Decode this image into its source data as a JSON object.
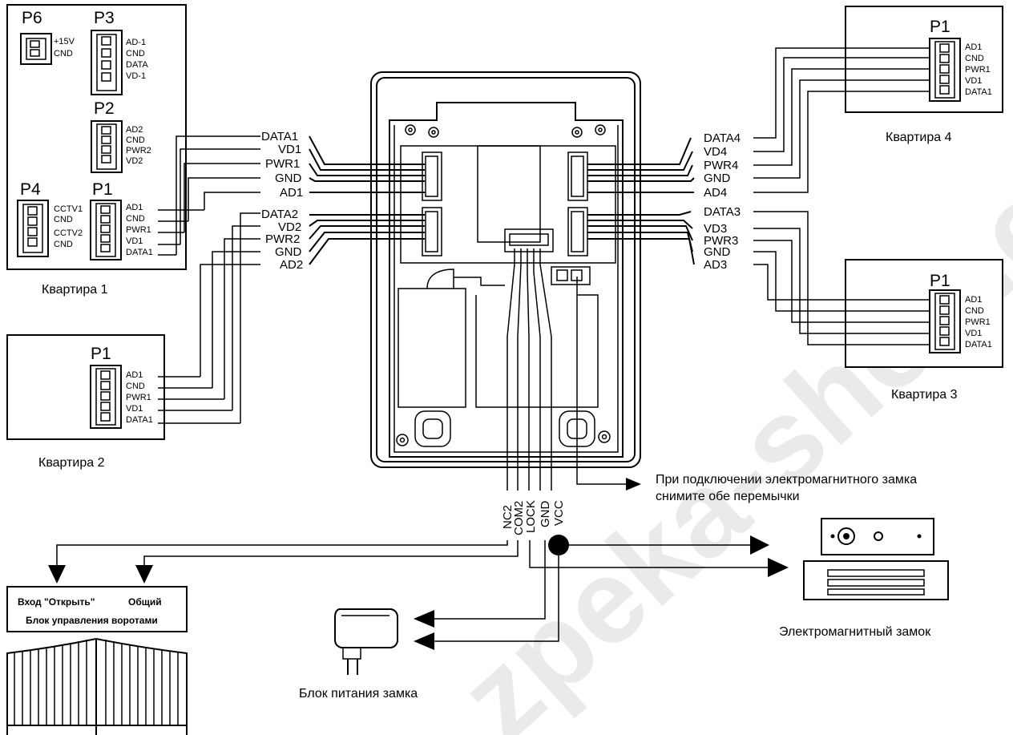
{
  "apartments": {
    "a1": {
      "caption": "Квартира 1",
      "p6": {
        "title": "P6",
        "pins": [
          "+15V",
          "CND"
        ]
      },
      "p3": {
        "title": "P3",
        "pins": [
          "AD-1",
          "CND",
          "DATA",
          "VD-1"
        ]
      },
      "p2": {
        "title": "P2",
        "pins": [
          "AD2",
          "CND",
          "PWR2",
          "VD2"
        ]
      },
      "p4": {
        "title": "P4",
        "pins": [
          "CCTV1",
          "CND",
          "CCTV2",
          "CND"
        ]
      },
      "p1": {
        "title": "P1",
        "pins": [
          "AD1",
          "CND",
          "PWR1",
          "VD1",
          "DATA1"
        ]
      }
    },
    "a2": {
      "caption": "Квартира 2",
      "p1": {
        "title": "P1",
        "pins": [
          "AD1",
          "CND",
          "PWR1",
          "VD1",
          "DATA1"
        ]
      }
    },
    "a3": {
      "caption": "Квартира 3",
      "p1": {
        "title": "P1",
        "pins": [
          "AD1",
          "CND",
          "PWR1",
          "VD1",
          "DATA1"
        ]
      }
    },
    "a4": {
      "caption": "Квартира 4",
      "p1": {
        "title": "P1",
        "pins": [
          "AD1",
          "CND",
          "PWR1",
          "VD1",
          "DATA1"
        ]
      }
    }
  },
  "signals": {
    "left_group_1": [
      "DATA1",
      "VD1",
      "PWR1",
      "GND",
      "AD1"
    ],
    "left_group_2": [
      "DATA2",
      "VD2",
      "PWR2",
      "GND",
      "AD2"
    ],
    "right_group_4": [
      "DATA4",
      "VD4",
      "PWR4",
      "GND",
      "AD4"
    ],
    "right_group_3": [
      "DATA3",
      "VD3",
      "PWR3",
      "GND",
      "AD3"
    ]
  },
  "bottom_terminals": [
    "NC2",
    "COM2",
    "LOCK",
    "GND",
    "VCC"
  ],
  "jumper_note": {
    "line1": "При подключении электромагнитного замка",
    "line2": "снимите обе перемычки"
  },
  "gate": {
    "input_label": "Вход \"Открыть\"",
    "common_label": "Общий",
    "controller_label": "Блок управления воротами"
  },
  "lock_power_caption": "Блок питания замка",
  "maglock_caption": "Электромагнитный замок",
  "watermark": "zpeka-shop.com"
}
